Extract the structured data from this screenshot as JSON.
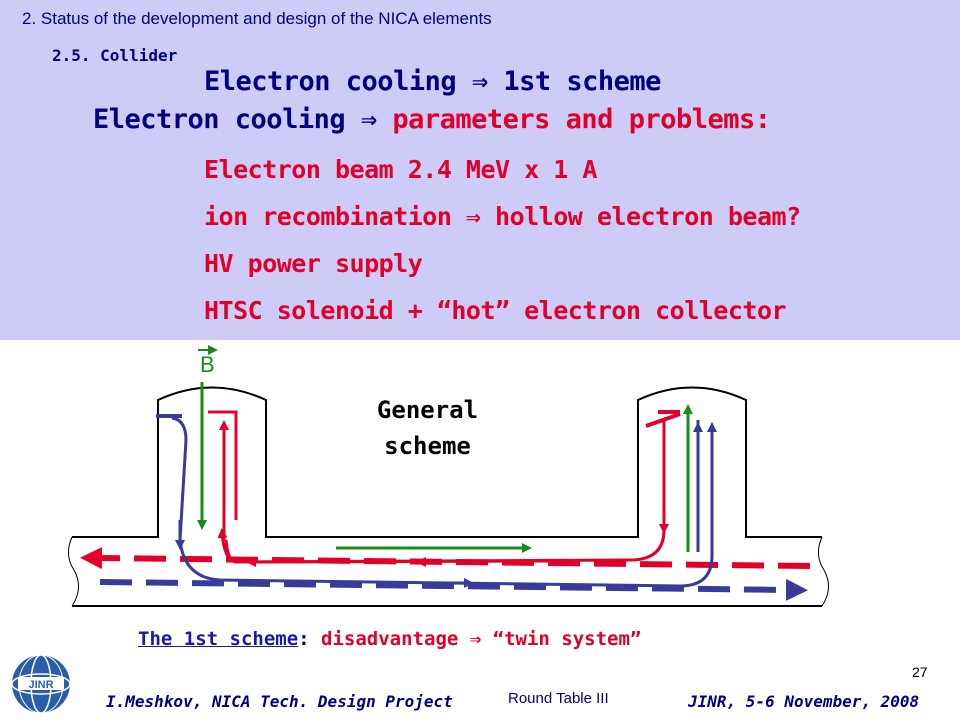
{
  "header": {
    "section": "2. Status of the development and design of the NICA elements",
    "subsection": "2.5. Collider"
  },
  "title": {
    "line1": "Electron cooling ⇒ 1st scheme",
    "line2_prefix": "Electron cooling ⇒ ",
    "line2_red": "parameters and problems:"
  },
  "bullets": [
    "Electron beam 2.4 MeV x 1 A",
    "ion recombination ⇒ hollow electron beam?",
    "HV power supply",
    "HTSC solenoid + “hot” electron collector"
  ],
  "diagram": {
    "field_label": "B",
    "scheme_label": "General scheme",
    "colors": {
      "electron": "#e0002a",
      "ion": "#3a3a9a",
      "field": "#1a8c1a",
      "band": "#ccccf7"
    }
  },
  "caption": {
    "link": "The 1st scheme",
    "colon": ":",
    "text": " disadvantage ⇒ “twin system”"
  },
  "page_number": "27",
  "footer": {
    "left": "I.Meshkov, NICA Tech. Design Project",
    "center": "Round Table III",
    "right": "JINR, 5-6 November, 2008"
  },
  "logo": {
    "text": "JINR"
  }
}
